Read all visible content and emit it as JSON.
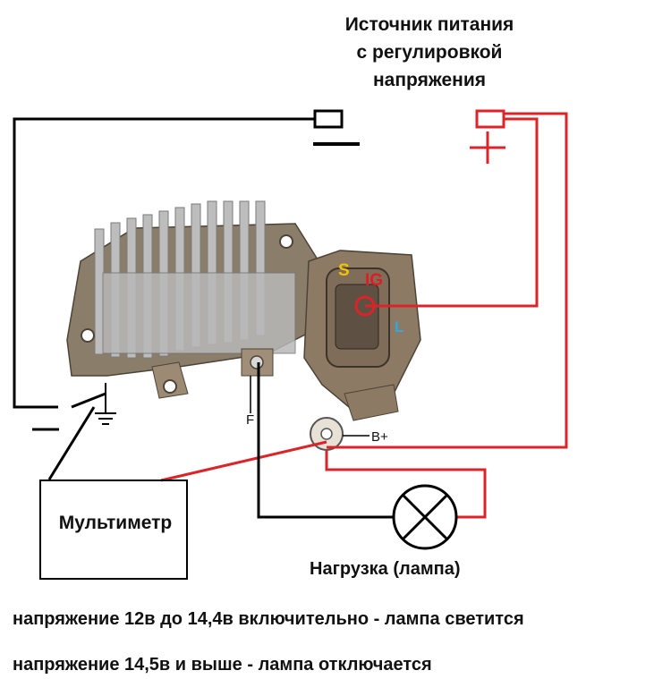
{
  "power_source": {
    "title_lines": [
      "Источник питания",
      "с регулировкой",
      "напряжения"
    ]
  },
  "pins": {
    "s": "S",
    "ig": "IG",
    "l": "L",
    "b_plus": "B+",
    "f": "F"
  },
  "multimeter": {
    "label": "Мультиметр"
  },
  "load": {
    "label": "Нагрузка (лампа)"
  },
  "notes": {
    "line1": "напряжение 12в до 14,4в включительно -  лампа светится",
    "line2": "напряжение 14,5в  и выше - лампа отключается"
  },
  "colors": {
    "wire_black": "#000000",
    "wire_red": "#dc2328",
    "pin_s": "#f2c400",
    "pin_ig": "#e11b22",
    "pin_l": "#2fa9e0"
  }
}
